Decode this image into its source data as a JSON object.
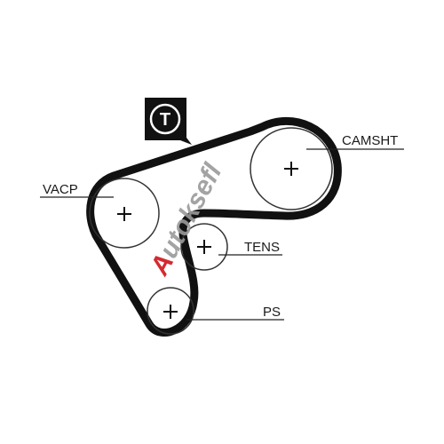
{
  "diagram": {
    "labels": {
      "camshaft": "CAMSHT",
      "water_pump": "VACP",
      "tensioner": "TENS",
      "power_steering": "PS"
    },
    "tensioner_badge": "T"
  },
  "watermark": {
    "text_a": "A",
    "text_rest": "utoksefl",
    "color_a": "#d0141b",
    "color_rest": "#9a9a9a"
  },
  "colors": {
    "belt": "#111111",
    "pulley_outline": "#333333",
    "badge_fill": "#111111",
    "badge_text": "#ffffff"
  }
}
